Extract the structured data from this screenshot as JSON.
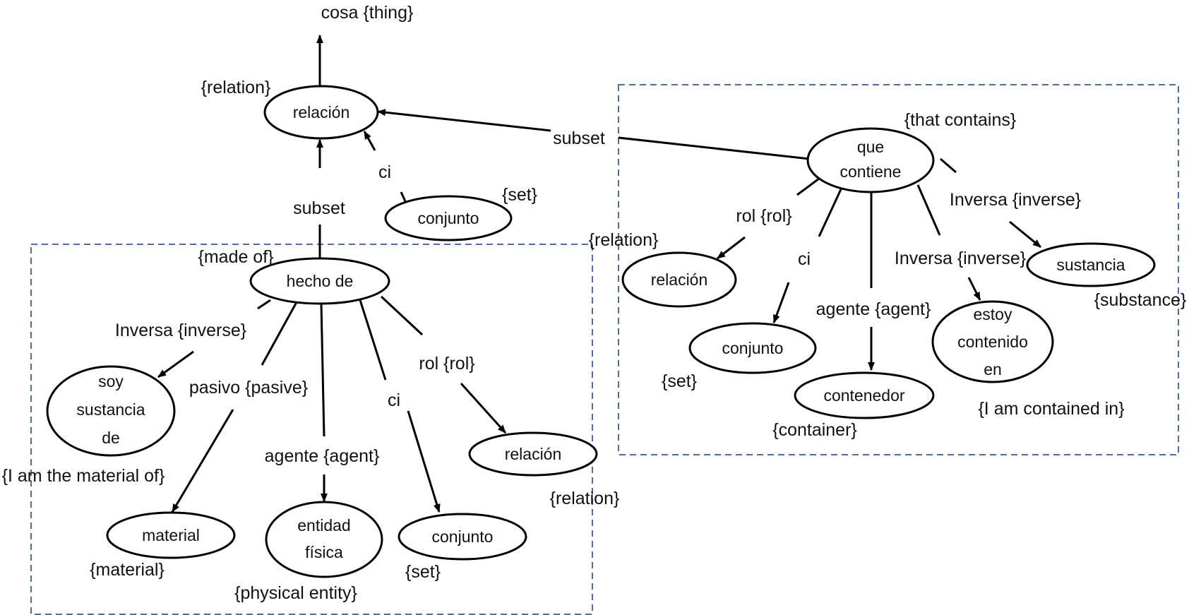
{
  "colors": {
    "stroke": "#000000",
    "group_border": "#4a6fa5",
    "background": "#ffffff"
  },
  "nodes": {
    "relacion_top": {
      "lines": [
        "relación"
      ],
      "gloss": "{relation}"
    },
    "conjunto_top": {
      "lines": [
        "conjunto"
      ],
      "gloss": "{set}"
    },
    "que_contiene": {
      "lines": [
        "que",
        "contiene"
      ],
      "gloss": "{that contains}"
    },
    "hecho_de": {
      "lines": [
        "hecho de"
      ],
      "gloss": "{made of}"
    },
    "soy_sustancia_de": {
      "lines": [
        "soy",
        "sustancia",
        "de"
      ],
      "gloss": "{I am the material of}"
    },
    "material": {
      "lines": [
        "material"
      ],
      "gloss": "{material}"
    },
    "entidad_fisica": {
      "lines": [
        "entidad",
        "física"
      ],
      "gloss": "{physical entity}"
    },
    "conjunto_left": {
      "lines": [
        "conjunto"
      ],
      "gloss": "{set}"
    },
    "relacion_left": {
      "lines": [
        "relación"
      ],
      "gloss": "{relation}"
    },
    "relacion_right": {
      "lines": [
        "relación"
      ],
      "gloss": "{relation}"
    },
    "conjunto_right": {
      "lines": [
        "conjunto"
      ],
      "gloss": "{set}"
    },
    "contenedor": {
      "lines": [
        "contenedor"
      ],
      "gloss": "{container}"
    },
    "estoy_contenido_en": {
      "lines": [
        "estoy",
        "contenido",
        "en"
      ],
      "gloss": "{I am contained in}"
    },
    "sustancia": {
      "lines": [
        "sustancia"
      ],
      "gloss": "{substance}"
    }
  },
  "root_label": "cosa {thing}",
  "edge_labels": {
    "ci_top": "ci",
    "subset_left": "subset",
    "subset_right": "subset",
    "inversa_left": "Inversa {inverse}",
    "pasivo": "pasivo {pasive}",
    "agente_left": "agente {agent}",
    "ci_left": "ci",
    "rol_left": "rol {rol}",
    "rol_right": "rol {rol}",
    "ci_right": "ci",
    "agente_right": "agente {agent}",
    "inversa_right_1": "Inversa {inverse}",
    "inversa_right_2": "Inversa {inverse}"
  }
}
